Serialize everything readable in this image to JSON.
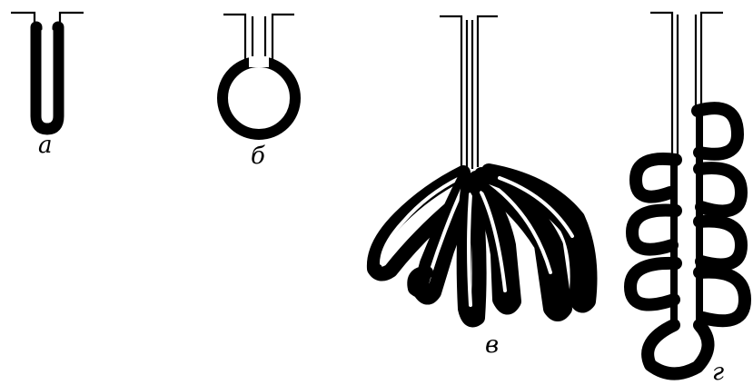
{
  "labels": {
    "a": "а",
    "b": "б",
    "v": "в",
    "g": "г"
  },
  "colors": {
    "ink": "#000000",
    "background": "#ffffff"
  }
}
